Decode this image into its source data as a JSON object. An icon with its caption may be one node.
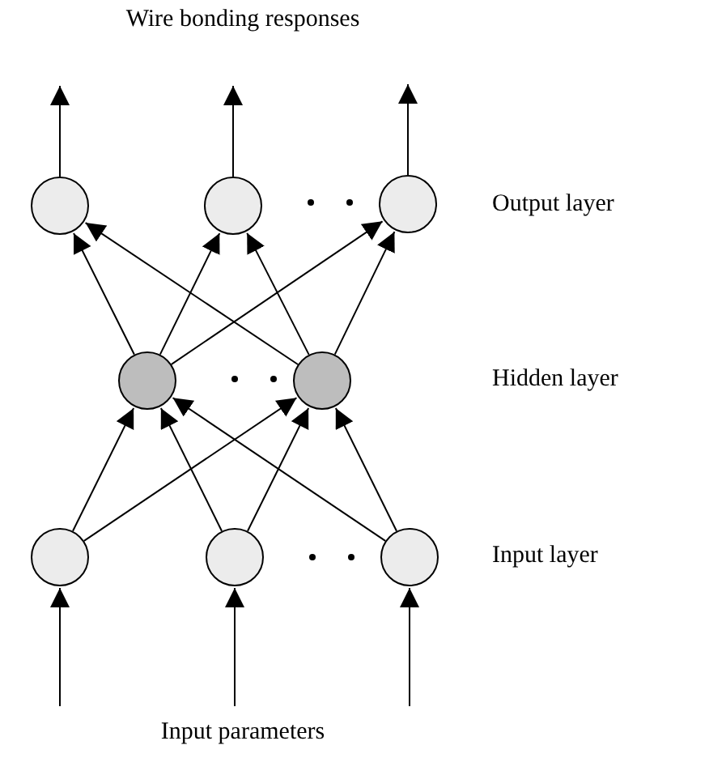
{
  "diagram": {
    "nodes": [
      {
        "text": [],
        "shape": "circle"
      },
      {
        "text": [],
        "shape": "circle"
      },
      {
        "text": [],
        "shape": "circle"
      },
      {
        "text": [],
        "shape": "circle"
      },
      {
        "text": [],
        "shape": "circle"
      },
      {
        "text": [],
        "shape": "circle"
      },
      {
        "text": [],
        "shape": "circle"
      },
      {
        "text": [],
        "shape": "circle"
      }
    ],
    "edges": [
      {
        "from": 0,
        "to": null,
        "arrow": "to"
      },
      {
        "from": 1,
        "to": null,
        "arrow": "to"
      },
      {
        "from": 2,
        "to": null,
        "arrow": "to"
      },
      {
        "from": 3,
        "to": 0,
        "arrow": "to"
      },
      {
        "from": 3,
        "to": 1,
        "arrow": "to"
      },
      {
        "from": 3,
        "to": 2,
        "arrow": "to"
      },
      {
        "from": 4,
        "to": 0,
        "arrow": "to"
      },
      {
        "from": 4,
        "to": 1,
        "arrow": "to"
      },
      {
        "from": 4,
        "to": 2,
        "arrow": "to"
      },
      {
        "from": 5,
        "to": 3,
        "arrow": "to"
      },
      {
        "from": 5,
        "to": 4,
        "arrow": "to"
      },
      {
        "from": 6,
        "to": 3,
        "arrow": "to"
      },
      {
        "from": 6,
        "to": 4,
        "arrow": "to"
      },
      {
        "from": 7,
        "to": 3,
        "arrow": "to"
      },
      {
        "from": 7,
        "to": 4,
        "arrow": "to"
      },
      {
        "from": null,
        "to": 5,
        "arrow": "to"
      },
      {
        "from": null,
        "to": 6,
        "arrow": "to"
      },
      {
        "from": null,
        "to": 7,
        "arrow": "to"
      }
    ],
    "labels": [
      "Wire bonding responses",
      "Output layer",
      "Hidden layer",
      "Input layer",
      "Input parameters"
    ]
  }
}
